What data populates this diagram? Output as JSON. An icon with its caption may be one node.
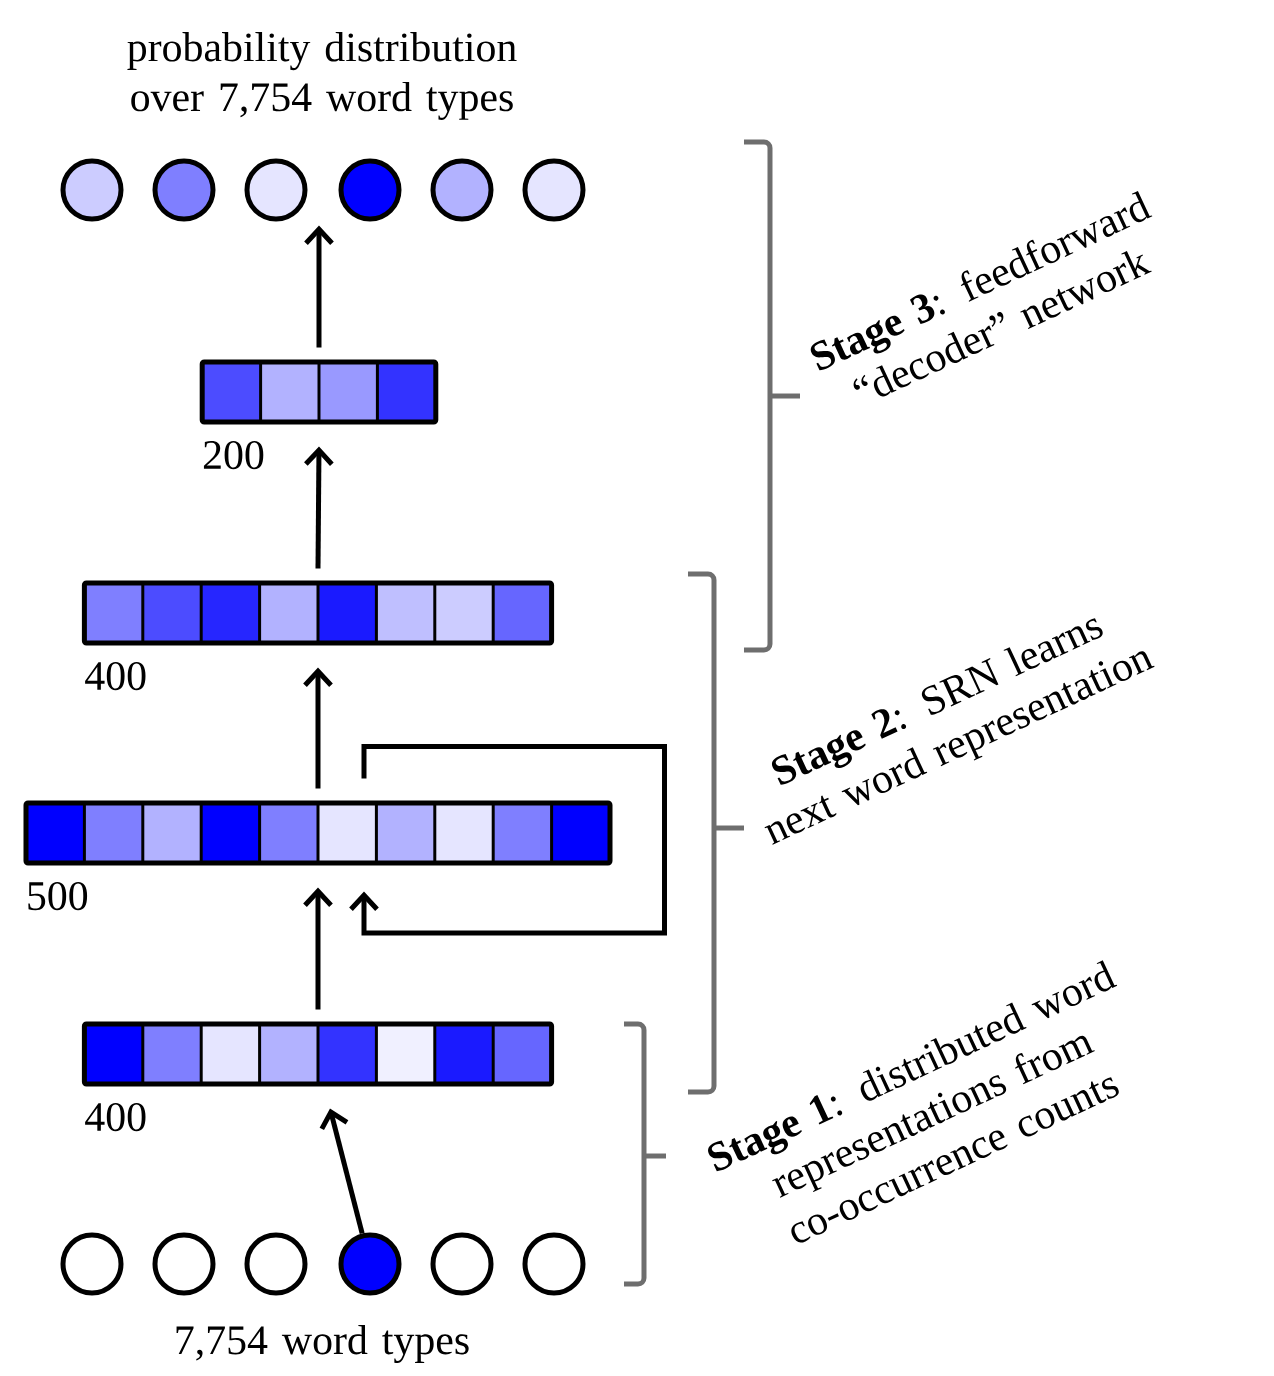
{
  "diagram": {
    "nodes": [
      {
        "text": [],
        "shape": "circle"
      },
      {
        "text": [],
        "shape": "circle"
      },
      {
        "text": [],
        "shape": "circle"
      },
      {
        "text": [],
        "shape": "circle"
      },
      {
        "text": [],
        "shape": "circle"
      },
      {
        "text": [],
        "shape": "circle"
      },
      {
        "text": [],
        "shape": "bar",
        "beside": [
          "200"
        ]
      },
      {
        "text": [],
        "shape": "bar",
        "beside": [
          "400"
        ]
      },
      {
        "text": [],
        "shape": "bar",
        "beside": [
          "500"
        ]
      },
      {
        "text": [],
        "shape": "bar",
        "beside": [
          "400"
        ]
      },
      {
        "text": [],
        "shape": "circle"
      },
      {
        "text": [],
        "shape": "circle"
      },
      {
        "text": [],
        "shape": "circle"
      },
      {
        "text": [],
        "shape": "circle"
      },
      {
        "text": [],
        "shape": "circle"
      },
      {
        "text": [],
        "shape": "circle"
      }
    ],
    "edges": [
      {
        "from": 6,
        "to": 2,
        "arrow": "to"
      },
      {
        "from": 7,
        "to": 6,
        "arrow": "to"
      },
      {
        "from": 8,
        "to": 7,
        "arrow": "to"
      },
      {
        "from": 8,
        "to": 8,
        "arrow": "to"
      },
      {
        "from": 9,
        "to": 8,
        "arrow": "to"
      },
      {
        "from": 13,
        "to": 9,
        "arrow": "to"
      }
    ],
    "labels": [
      "probability distribution over 7,754 word types",
      "**Stage 3**: feedforward “decoder” network",
      "**Stage 2**: SRN learns next word representation",
      "**Stage 1**: distributed word representations from co-occurrence counts",
      "7,754 word types"
    ]
  }
}
